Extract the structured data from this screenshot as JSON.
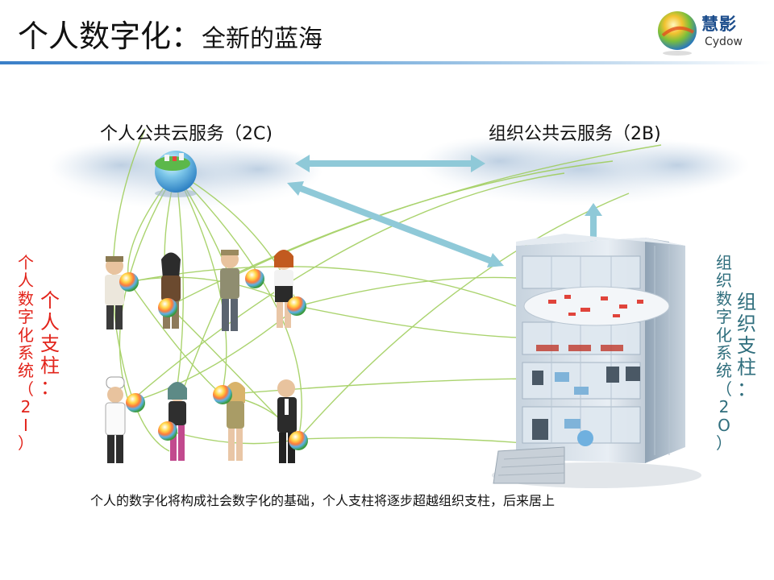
{
  "header": {
    "title_main": "个人数字化：",
    "title_sub": "全新的蓝海",
    "logo_name": "慧影",
    "logo_en": "Cydow"
  },
  "clouds": {
    "personal": "个人公共云服务（2C)",
    "organization": "组织公共云服务（2B)"
  },
  "pillars": {
    "personal_main": [
      "个",
      "人",
      "支",
      "柱",
      "："
    ],
    "personal_code": [
      "个",
      "人",
      "数",
      "字",
      "化",
      "系",
      "统",
      "（",
      "2",
      "I",
      "）"
    ],
    "org_main": [
      "组",
      "织",
      "支",
      "柱",
      "："
    ],
    "org_code": [
      "组",
      "织",
      "数",
      "字",
      "化",
      "系",
      "统",
      "（",
      "2",
      "O",
      "）"
    ]
  },
  "caption": "个人的数字化将构成社会数字化的基础，个人支柱将逐步超越组织支柱，后来居上",
  "colors": {
    "accent_red": "#e2231a",
    "accent_teal": "#2f6e7d",
    "arrow": "#8fc9d8",
    "network_line": "#9ccc55"
  }
}
